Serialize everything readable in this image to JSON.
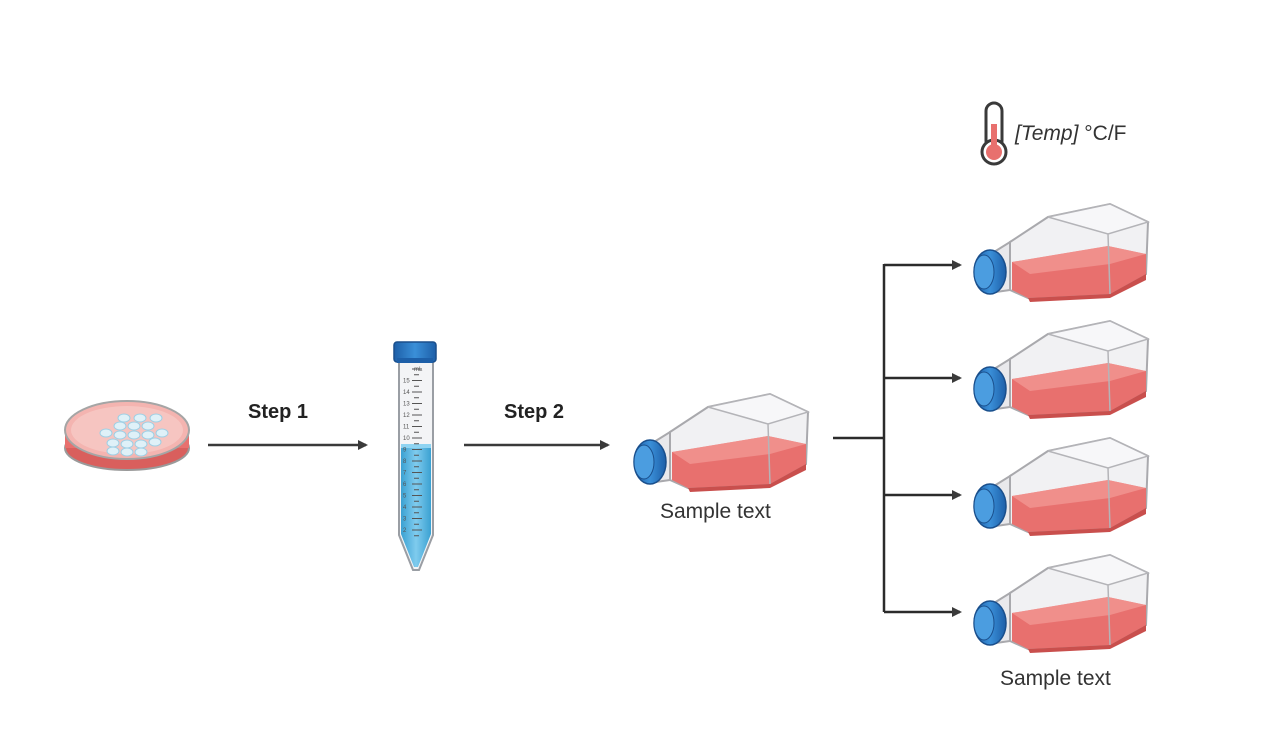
{
  "steps": {
    "step1_label": "Step 1",
    "step2_label": "Step 2"
  },
  "labels": {
    "flask_caption": "Sample text",
    "flasks_caption": "Sample text"
  },
  "temperature": {
    "variable": "[Temp]",
    "unit": "°C/F"
  },
  "icons": {
    "dish": "petri-dish-icon",
    "tube": "conical-tube-icon",
    "flask": "culture-flask-icon",
    "thermo": "thermometer-icon"
  },
  "tube_scale": [
    "mL",
    "15",
    "14",
    "13",
    "12",
    "11",
    "10",
    "9",
    "8",
    "7",
    "6",
    "5",
    "4",
    "3",
    "2"
  ],
  "colors": {
    "media": "#e8706e",
    "cap": "#2f7fc8",
    "liquid": "#4fb3de",
    "arrow": "#3a3a3a"
  }
}
